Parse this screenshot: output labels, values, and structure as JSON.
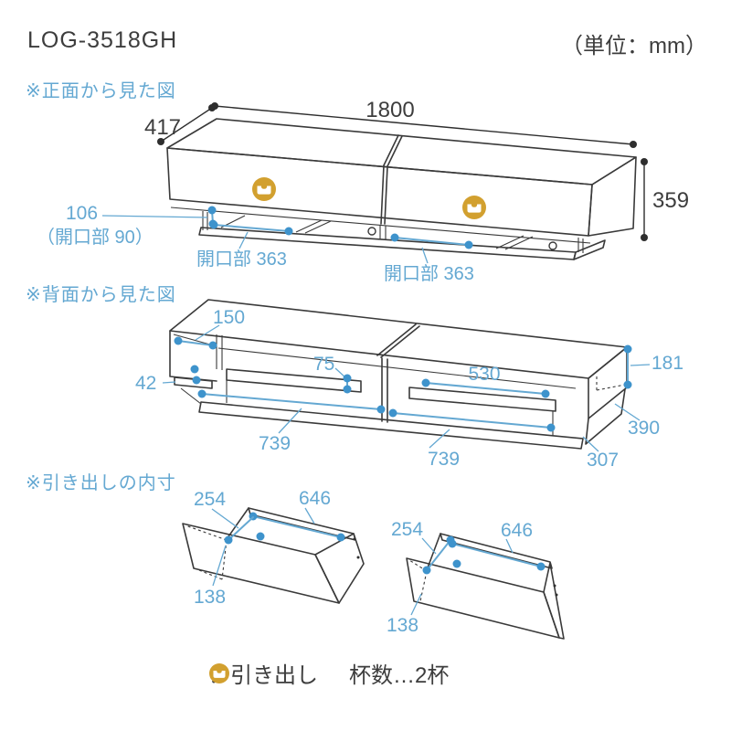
{
  "page": {
    "title": "LOG-3518GH",
    "unit_note": "（単位：mm）"
  },
  "front_view": {
    "heading": "※正面から見た図",
    "width_mm": "1800",
    "depth_mm": "417",
    "height_mm": "359",
    "bottom_gap_mm": "106",
    "bottom_gap_note": "（開口部 90）",
    "opening_left": "開口部 363",
    "opening_right": "開口部 363"
  },
  "back_view": {
    "heading": "※背面から見た図",
    "top_panel_depth_mm": "150",
    "foot_mm": "42",
    "rail_height_mm": "75",
    "rail_length_mm": "530",
    "side_opening_mm": "181",
    "bottom_left_mm": "739",
    "bottom_right_mm": "739",
    "side_depth_mm": "390",
    "base_depth_mm": "307"
  },
  "drawer_view": {
    "heading": "※引き出しの内寸",
    "left_drawer": {
      "depth_mm": "254",
      "width_mm": "646",
      "height_mm": "138"
    },
    "right_drawer": {
      "depth_mm": "254",
      "width_mm": "646",
      "height_mm": "138"
    }
  },
  "legend": {
    "drawer_label": "：引き出し",
    "count_label": "杯数…2杯"
  },
  "colors": {
    "line": "#3a3a3a",
    "dimension_blue": "#64a8d2",
    "dot_blue": "#3e93cc",
    "accent_orange": "#d2a02f",
    "text": "#3d3d3d"
  }
}
